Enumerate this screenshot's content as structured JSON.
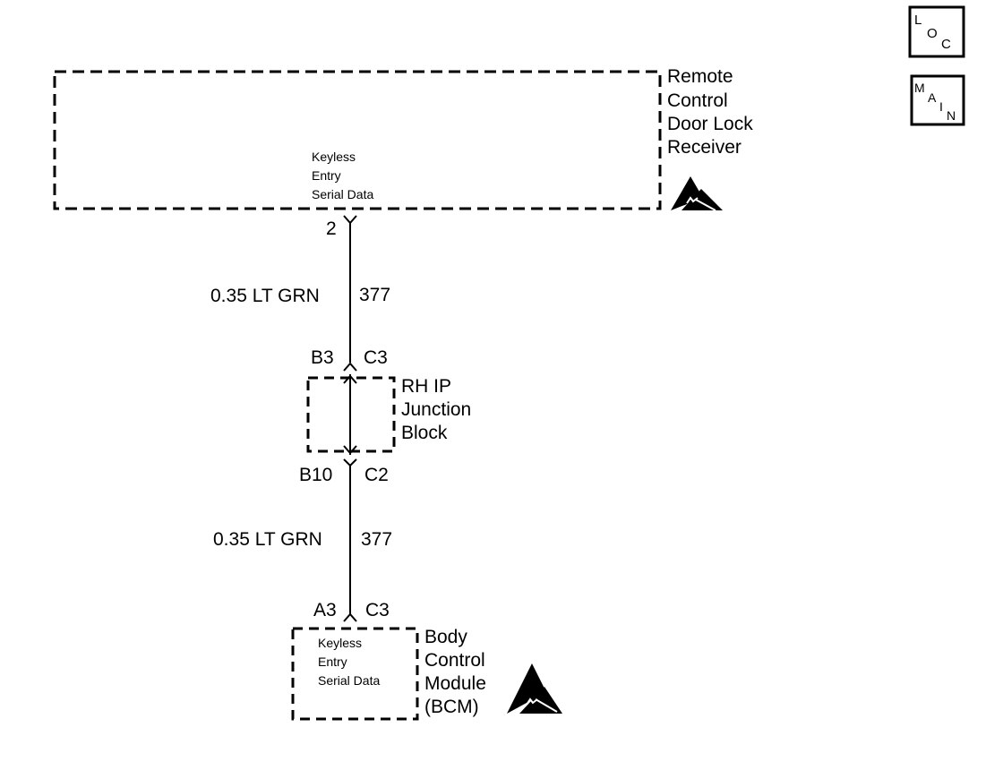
{
  "buttons": {
    "loc": {
      "letters": [
        "L",
        "O",
        "C"
      ]
    },
    "main": {
      "letters": [
        "M",
        "A",
        "I",
        "N"
      ]
    }
  },
  "receiver": {
    "name_lines": [
      "Remote",
      "Control",
      "Door Lock",
      "Receiver"
    ],
    "pin_label_lines": [
      "Keyless",
      "Entry",
      "Serial Data"
    ],
    "pin": "2"
  },
  "wire_upper": {
    "size_color": "0.35 LT GRN",
    "circuit": "377"
  },
  "junction_block": {
    "name_lines": [
      "RH IP",
      "Junction",
      "Block"
    ],
    "top_pin_left": "B3",
    "top_pin_right": "C3",
    "bottom_pin_left": "B10",
    "bottom_pin_right": "C2"
  },
  "wire_lower": {
    "size_color": "0.35 LT GRN",
    "circuit": "377"
  },
  "bcm": {
    "name_lines": [
      "Body",
      "Control",
      "Module",
      "(BCM)"
    ],
    "pin_label_lines": [
      "Keyless",
      "Entry",
      "Serial Data"
    ],
    "pin_left": "A3",
    "pin_right": "C3"
  },
  "icons": [
    "esd-warning-icon",
    "loc-button-icon",
    "main-button-icon"
  ]
}
